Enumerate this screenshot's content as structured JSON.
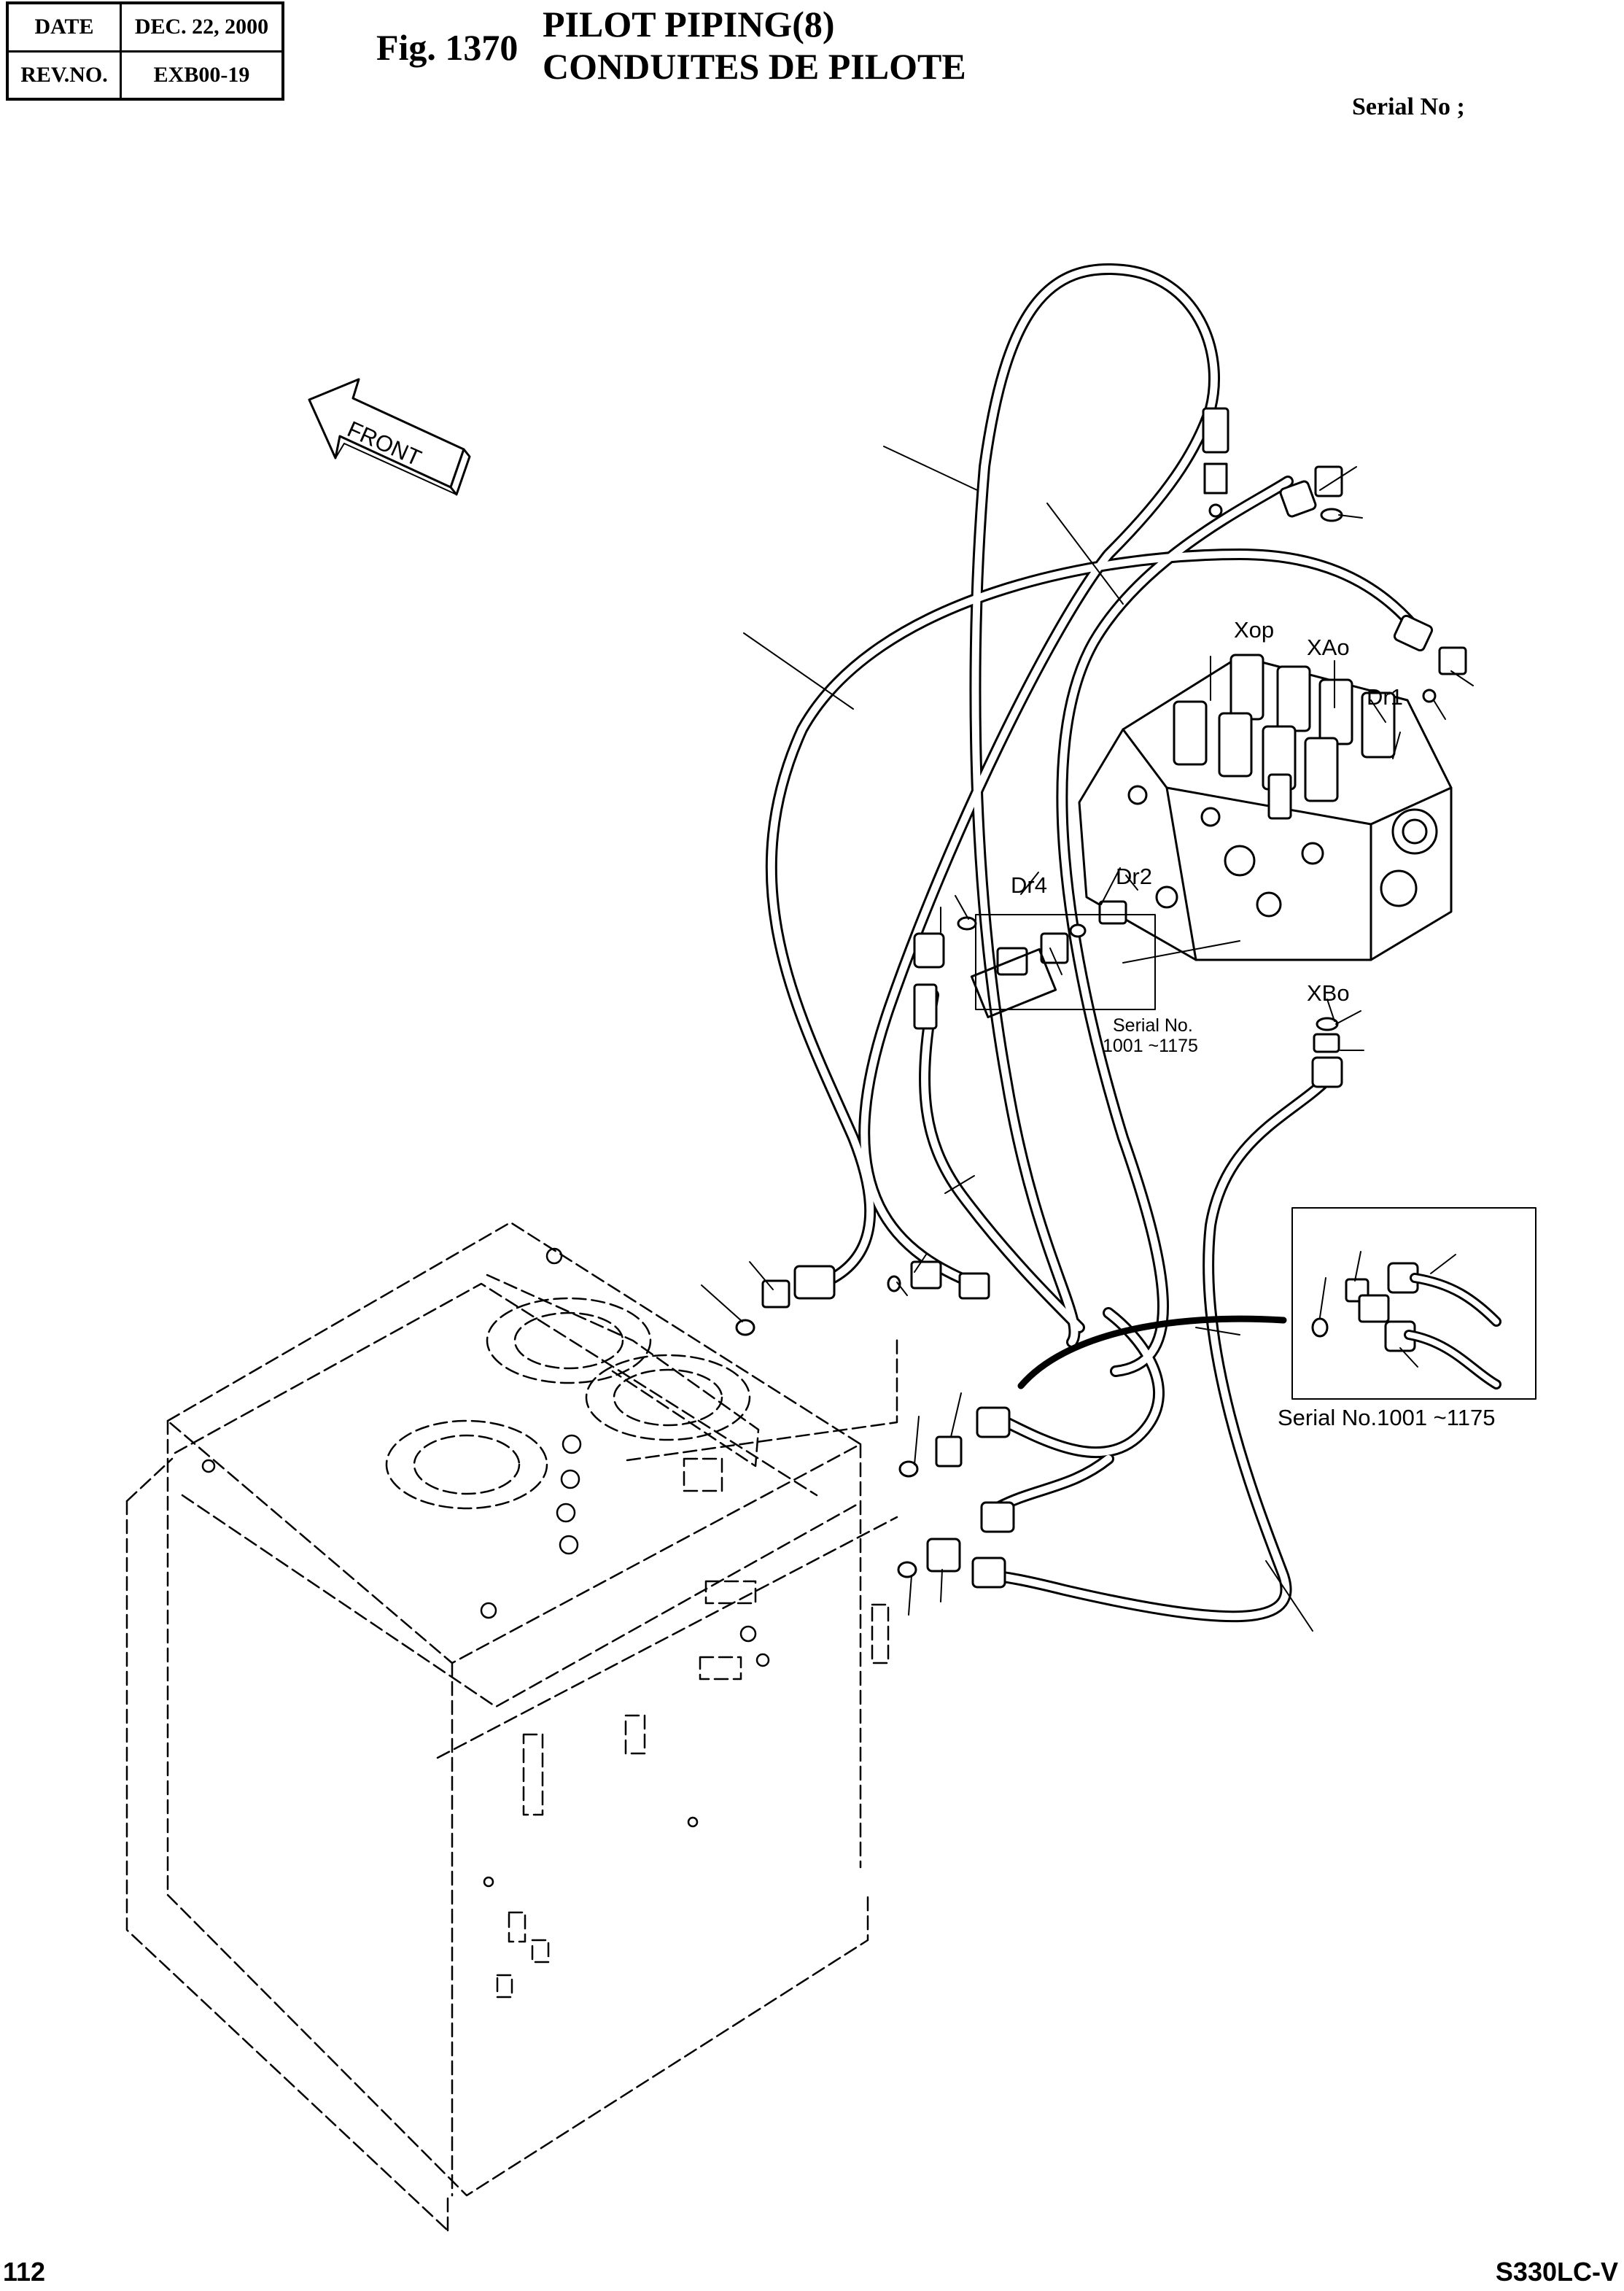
{
  "header": {
    "date_label": "DATE",
    "date_value": "DEC. 22, 2000",
    "rev_label": "REV.NO.",
    "rev_value": "EXB00-19",
    "fig_number": "Fig. 1370",
    "title_en": "PILOT PIPING(8)",
    "title_fr": "CONDUITES DE PILOTE",
    "serial_label": "Serial No ;"
  },
  "diagram": {
    "front_label": "FRONT",
    "ports": {
      "xop": "Xop",
      "xao": "XAo",
      "dr1": "Dr1",
      "dr4": "Dr4",
      "dr2": "Dr2",
      "xbo": "XBo"
    },
    "inset_small": {
      "line1": "Serial No.",
      "line2": "1001 ~1175"
    },
    "inset_right": {
      "caption": "Serial No.1001 ~1175"
    }
  },
  "footer": {
    "page_number": "112",
    "model": "S330LC-V"
  },
  "colors": {
    "ink": "#000000",
    "paper": "#ffffff"
  }
}
